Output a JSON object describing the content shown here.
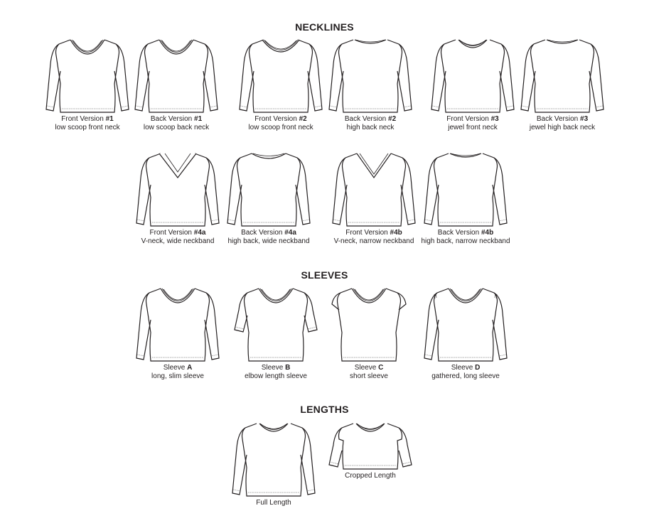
{
  "sections": {
    "necklines": {
      "title": "NECKLINES"
    },
    "sleeves": {
      "title": "SLEEVES"
    },
    "lengths": {
      "title": "LENGTHS"
    }
  },
  "necklines_row1": [
    {
      "line1_prefix": "Front Version ",
      "line1_bold": "#1",
      "line2": "low scoop front neck",
      "neck": "scoop",
      "sleeve": "long",
      "length": "full"
    },
    {
      "line1_prefix": "Back Version ",
      "line1_bold": "#1",
      "line2": "low scoop back neck",
      "neck": "scoop",
      "sleeve": "long",
      "length": "full"
    },
    {
      "line1_prefix": "Front Version ",
      "line1_bold": "#2",
      "line2": "low scoop front neck",
      "neck": "scoop-wide",
      "sleeve": "long",
      "length": "full"
    },
    {
      "line1_prefix": "Back Version ",
      "line1_bold": "#2",
      "line2": "high back neck",
      "neck": "high",
      "sleeve": "long",
      "length": "full"
    },
    {
      "line1_prefix": "Front Version ",
      "line1_bold": "#3",
      "line2": "jewel front neck",
      "neck": "jewel",
      "sleeve": "long",
      "length": "full"
    },
    {
      "line1_prefix": "Back Version ",
      "line1_bold": "#3",
      "line2": "jewel high back neck",
      "neck": "high",
      "sleeve": "long",
      "length": "full"
    }
  ],
  "necklines_row2": [
    {
      "line1_prefix": "Front Version ",
      "line1_bold": "#4a",
      "line2": "V-neck, wide neckband",
      "neck": "v-wide",
      "sleeve": "long",
      "length": "full"
    },
    {
      "line1_prefix": "Back Version ",
      "line1_bold": "#4a",
      "line2": "high back, wide neckband",
      "neck": "high-wide",
      "sleeve": "long",
      "length": "full"
    },
    {
      "line1_prefix": "Front Version ",
      "line1_bold": "#4b",
      "line2": "V-neck, narrow neckband",
      "neck": "v-narrow",
      "sleeve": "long",
      "length": "full"
    },
    {
      "line1_prefix": "Back Version ",
      "line1_bold": "#4b",
      "line2": "high back, narrow neckband",
      "neck": "high",
      "sleeve": "long",
      "length": "full"
    }
  ],
  "sleeves_row": [
    {
      "line1_prefix": "Sleeve ",
      "line1_bold": "A",
      "line2": "long, slim sleeve",
      "neck": "scoop",
      "sleeve": "long",
      "length": "full"
    },
    {
      "line1_prefix": "Sleeve ",
      "line1_bold": "B",
      "line2": "elbow length sleeve",
      "neck": "scoop",
      "sleeve": "elbow",
      "length": "full"
    },
    {
      "line1_prefix": "Sleeve ",
      "line1_bold": "C",
      "line2": "short sleeve",
      "neck": "scoop",
      "sleeve": "short",
      "length": "full"
    },
    {
      "line1_prefix": "Sleeve ",
      "line1_bold": "D",
      "line2": "gathered, long sleeve",
      "neck": "scoop",
      "sleeve": "gathered",
      "length": "full"
    }
  ],
  "lengths_row": [
    {
      "line1_prefix": "Full Length",
      "line1_bold": "",
      "line2": "",
      "neck": "jewel",
      "sleeve": "long",
      "length": "full"
    },
    {
      "line1_prefix": "Cropped Length",
      "line1_bold": "",
      "line2": "",
      "neck": "jewel",
      "sleeve": "elbow",
      "length": "cropped"
    }
  ],
  "colors": {
    "line": "#231f20",
    "stitch": "#8a8a8a",
    "background": "#ffffff"
  }
}
